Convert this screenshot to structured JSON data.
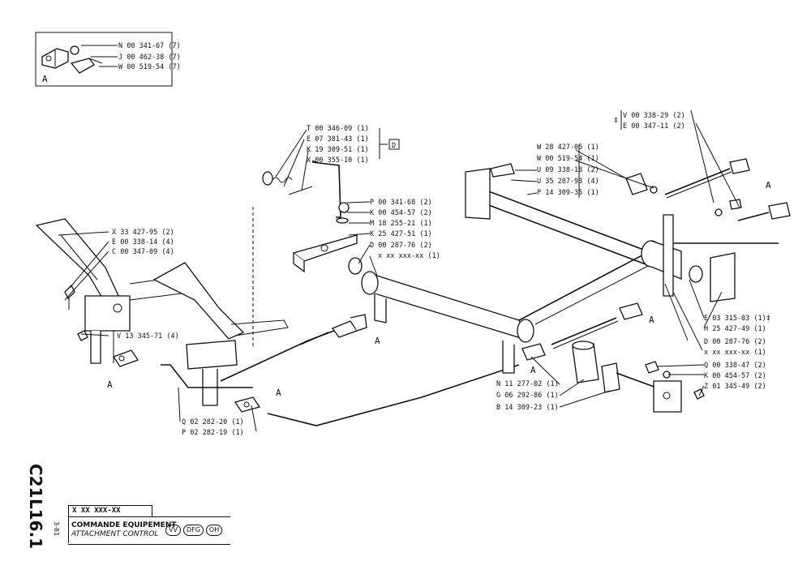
{
  "inset": {
    "letter": "A",
    "labels": [
      "N 00 341-67 (7)",
      "J 00 462-38 (7)",
      "W 00 519-54 (7)"
    ]
  },
  "callouts": {
    "group_top": [
      "T 00 346-09 (1)",
      "E 07 381-43 (1)",
      "K 19 309-51 (1)",
      "X 00 355-10 (1)"
    ],
    "group_top_ref": "D",
    "group_mid": [
      "P 00 341-68 (2)",
      "K 00 454-57 (2)",
      "M 18 255-21 (1)",
      "K 25 427-51 (1)"
    ],
    "d_pair": [
      "D 00 287-76 (2)",
      "x xx xxx-xx (1)"
    ],
    "left_group": [
      "X 33 427-95 (2)",
      "E 00 338-14 (4)",
      "C 00 347-09 (4)"
    ],
    "v_label": "V 13 345-71 (4)",
    "rod_bottom": [
      "Q 02 282-20 (1)",
      "P 02 282-19 (1)"
    ],
    "right_top_pair": [
      "V 00 338-29 (2)",
      "E 00 347-11 (2)"
    ],
    "right_top_marker": "‡",
    "right_group": [
      "W 28 427-05 (1)",
      "W 00 519-54 (1)",
      "U 09 338-18 (2)",
      "U 35 287-93 (4)",
      "P 14 309-35 (1)"
    ],
    "right_side": [
      "E 03 315-03 (1)‡",
      "H 25 427-49 (1)"
    ],
    "right_d_pair": [
      "D 00 287-76 (2)",
      "x xx xxx-xx (1)"
    ],
    "center_bottom": [
      "N 11 277-02 (1)",
      "G 06 292-86 (1)",
      "B 14 309-23 (1)"
    ],
    "right_bottom": [
      "Q 00 338-47 (2)",
      "K 00 454-57 (2)",
      "Z 01 345-49 (2)"
    ],
    "a_marker": "A"
  },
  "sheet": {
    "model": "C21",
    "page": "L16.1",
    "date": "3-81",
    "part_number": "X XX XXX-XX",
    "title_fr": "COMMANDE EQUIPEMENT",
    "title_en": "ATTACHMENT CONTROL",
    "badges": [
      "VV",
      "DFG",
      "OH"
    ]
  }
}
